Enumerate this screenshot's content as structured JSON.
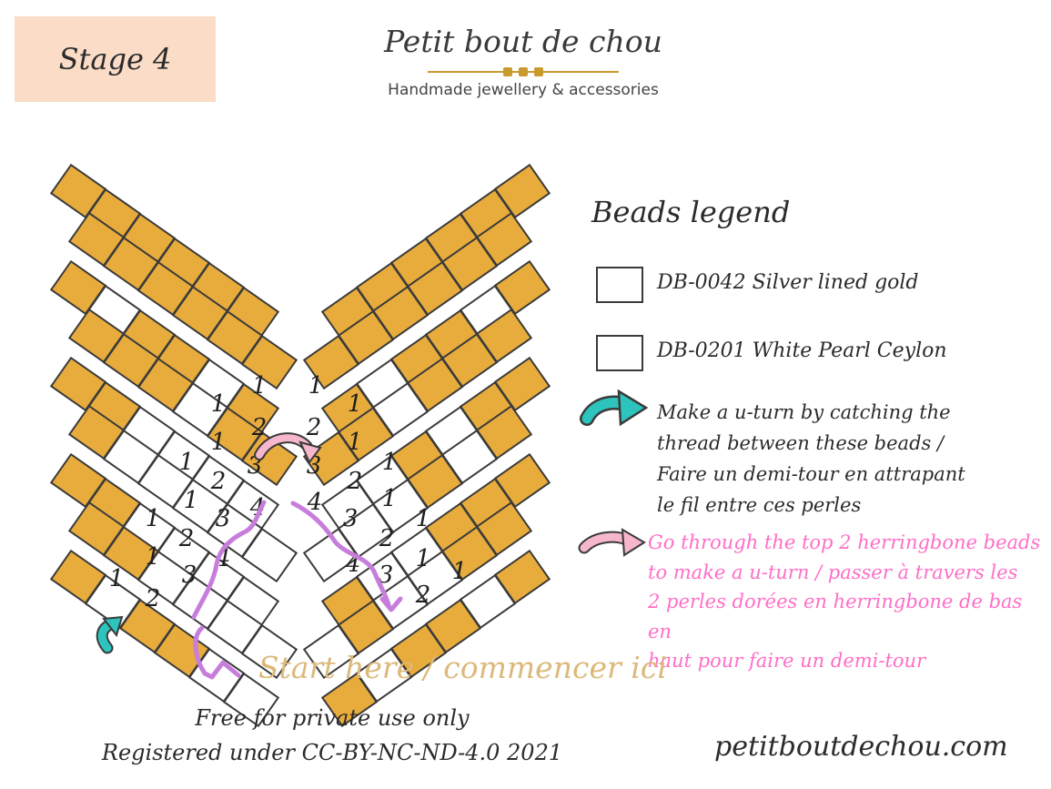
{
  "stage_label": "Stage 4",
  "brand": {
    "title": "Petit bout de chou",
    "subtitle": "Handmade jewellery & accessories"
  },
  "colors": {
    "gold_bead": "#e8ac3c",
    "white_bead": "#ffffff",
    "outline": "#3a3a3a",
    "stage_bg": "#fbdcc6",
    "teal_arrow": "#2ec4be",
    "pink_arrow": "#f6b7cc",
    "purple_path": "#c77ddb",
    "pink_text": "#ff6ec7",
    "start_text": "#dcb97a"
  },
  "legend": {
    "title": "Beads legend",
    "items": [
      {
        "label": "DB-0042 Silver lined gold",
        "color": "#e8ac3c"
      },
      {
        "label": "DB-0201 White Pearl Ceylon",
        "color": "#ffffff"
      }
    ]
  },
  "notes": {
    "uturn_lines": [
      "Make a u-turn by catching the",
      "thread between these beads /",
      "Faire un demi-tour en attrapant",
      "le fil entre ces perles"
    ],
    "through_lines": [
      "Go through the top 2 herringbone beads",
      "to make a u-turn / passer à travers les",
      "2 perles dorées en herringbone de bas en",
      "haut pour faire un demi-tour"
    ]
  },
  "start_label": "Start here / commencer ici",
  "footer": {
    "line1": "Free for private use only",
    "line2": "Registered under CC-BY-NC-ND-4.0 2021",
    "website": "petitboutdechou.com"
  },
  "pattern": {
    "rows": 9,
    "cols": 6,
    "white_cells_left": [
      [
        2,
        4
      ],
      [
        2,
        3
      ],
      [
        1,
        3
      ],
      [
        2,
        2
      ],
      [
        1,
        2
      ],
      [
        2,
        1
      ],
      [
        1,
        1
      ],
      [
        2,
        0
      ],
      [
        1,
        0
      ],
      [
        3,
        3
      ],
      [
        3,
        2
      ],
      [
        4,
        2
      ],
      [
        3,
        1
      ],
      [
        4,
        1
      ],
      [
        3,
        0
      ],
      [
        4,
        0
      ],
      [
        5,
        1
      ],
      [
        5,
        0
      ]
    ],
    "numbers": [
      "1",
      "2",
      "3",
      "4"
    ]
  }
}
